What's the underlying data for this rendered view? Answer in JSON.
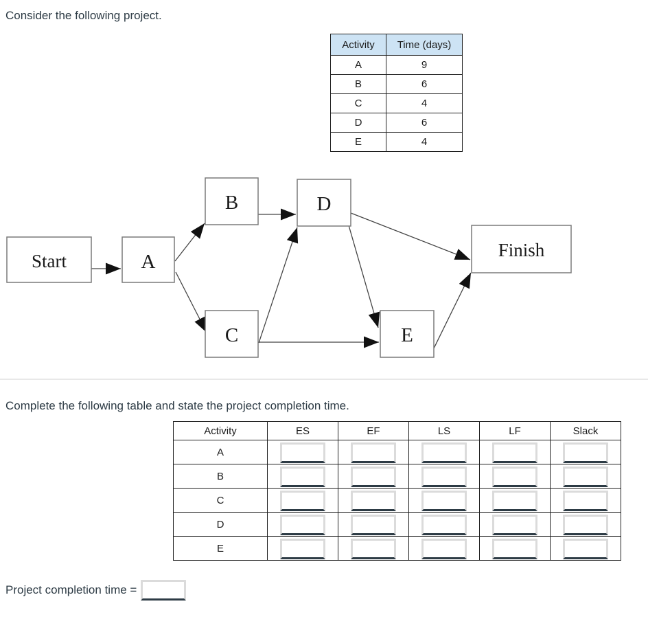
{
  "page": {
    "title": "Consider the following project.",
    "section2_heading": "Complete the following table and state the project completion time."
  },
  "activity_table": {
    "col_headers": [
      "Activity",
      "Time (days)"
    ],
    "header_bg": "#cde3f4",
    "rows": [
      {
        "activity": "A",
        "time": "9"
      },
      {
        "activity": "B",
        "time": "6"
      },
      {
        "activity": "C",
        "time": "4"
      },
      {
        "activity": "D",
        "time": "6"
      },
      {
        "activity": "E",
        "time": "4"
      }
    ]
  },
  "diagram": {
    "nodes": [
      {
        "id": "start",
        "label": "Start"
      },
      {
        "id": "a",
        "label": "A"
      },
      {
        "id": "b",
        "label": "B"
      },
      {
        "id": "c",
        "label": "C"
      },
      {
        "id": "d",
        "label": "D"
      },
      {
        "id": "e",
        "label": "E"
      },
      {
        "id": "finish",
        "label": "Finish"
      }
    ],
    "edges": [
      {
        "from": "Start",
        "to": "A"
      },
      {
        "from": "A",
        "to": "B"
      },
      {
        "from": "A",
        "to": "C"
      },
      {
        "from": "B",
        "to": "D"
      },
      {
        "from": "C",
        "to": "D"
      },
      {
        "from": "C",
        "to": "E"
      },
      {
        "from": "D",
        "to": "E"
      },
      {
        "from": "D",
        "to": "Finish"
      },
      {
        "from": "E",
        "to": "Finish"
      }
    ]
  },
  "schedule_table": {
    "col_headers": [
      "Activity",
      "ES",
      "EF",
      "LS",
      "LF",
      "Slack"
    ],
    "rows": [
      {
        "activity": "A",
        "es": "",
        "ef": "",
        "ls": "",
        "lf": "",
        "slack": ""
      },
      {
        "activity": "B",
        "es": "",
        "ef": "",
        "ls": "",
        "lf": "",
        "slack": ""
      },
      {
        "activity": "C",
        "es": "",
        "ef": "",
        "ls": "",
        "lf": "",
        "slack": ""
      },
      {
        "activity": "D",
        "es": "",
        "ef": "",
        "ls": "",
        "lf": "",
        "slack": ""
      },
      {
        "activity": "E",
        "es": "",
        "ef": "",
        "ls": "",
        "lf": "",
        "slack": ""
      }
    ]
  },
  "completion": {
    "label": "Project completion time =",
    "value": ""
  },
  "colors": {
    "accent_header_blue": "#cde3f4",
    "input_border": "#dbdbdb",
    "input_underline": "#2d3b45",
    "table_border": "#1f1f1f",
    "node_border": "#7a7a7a",
    "arrow": "#111111",
    "divider": "#e8e8e8",
    "text": "#2d3b45"
  }
}
